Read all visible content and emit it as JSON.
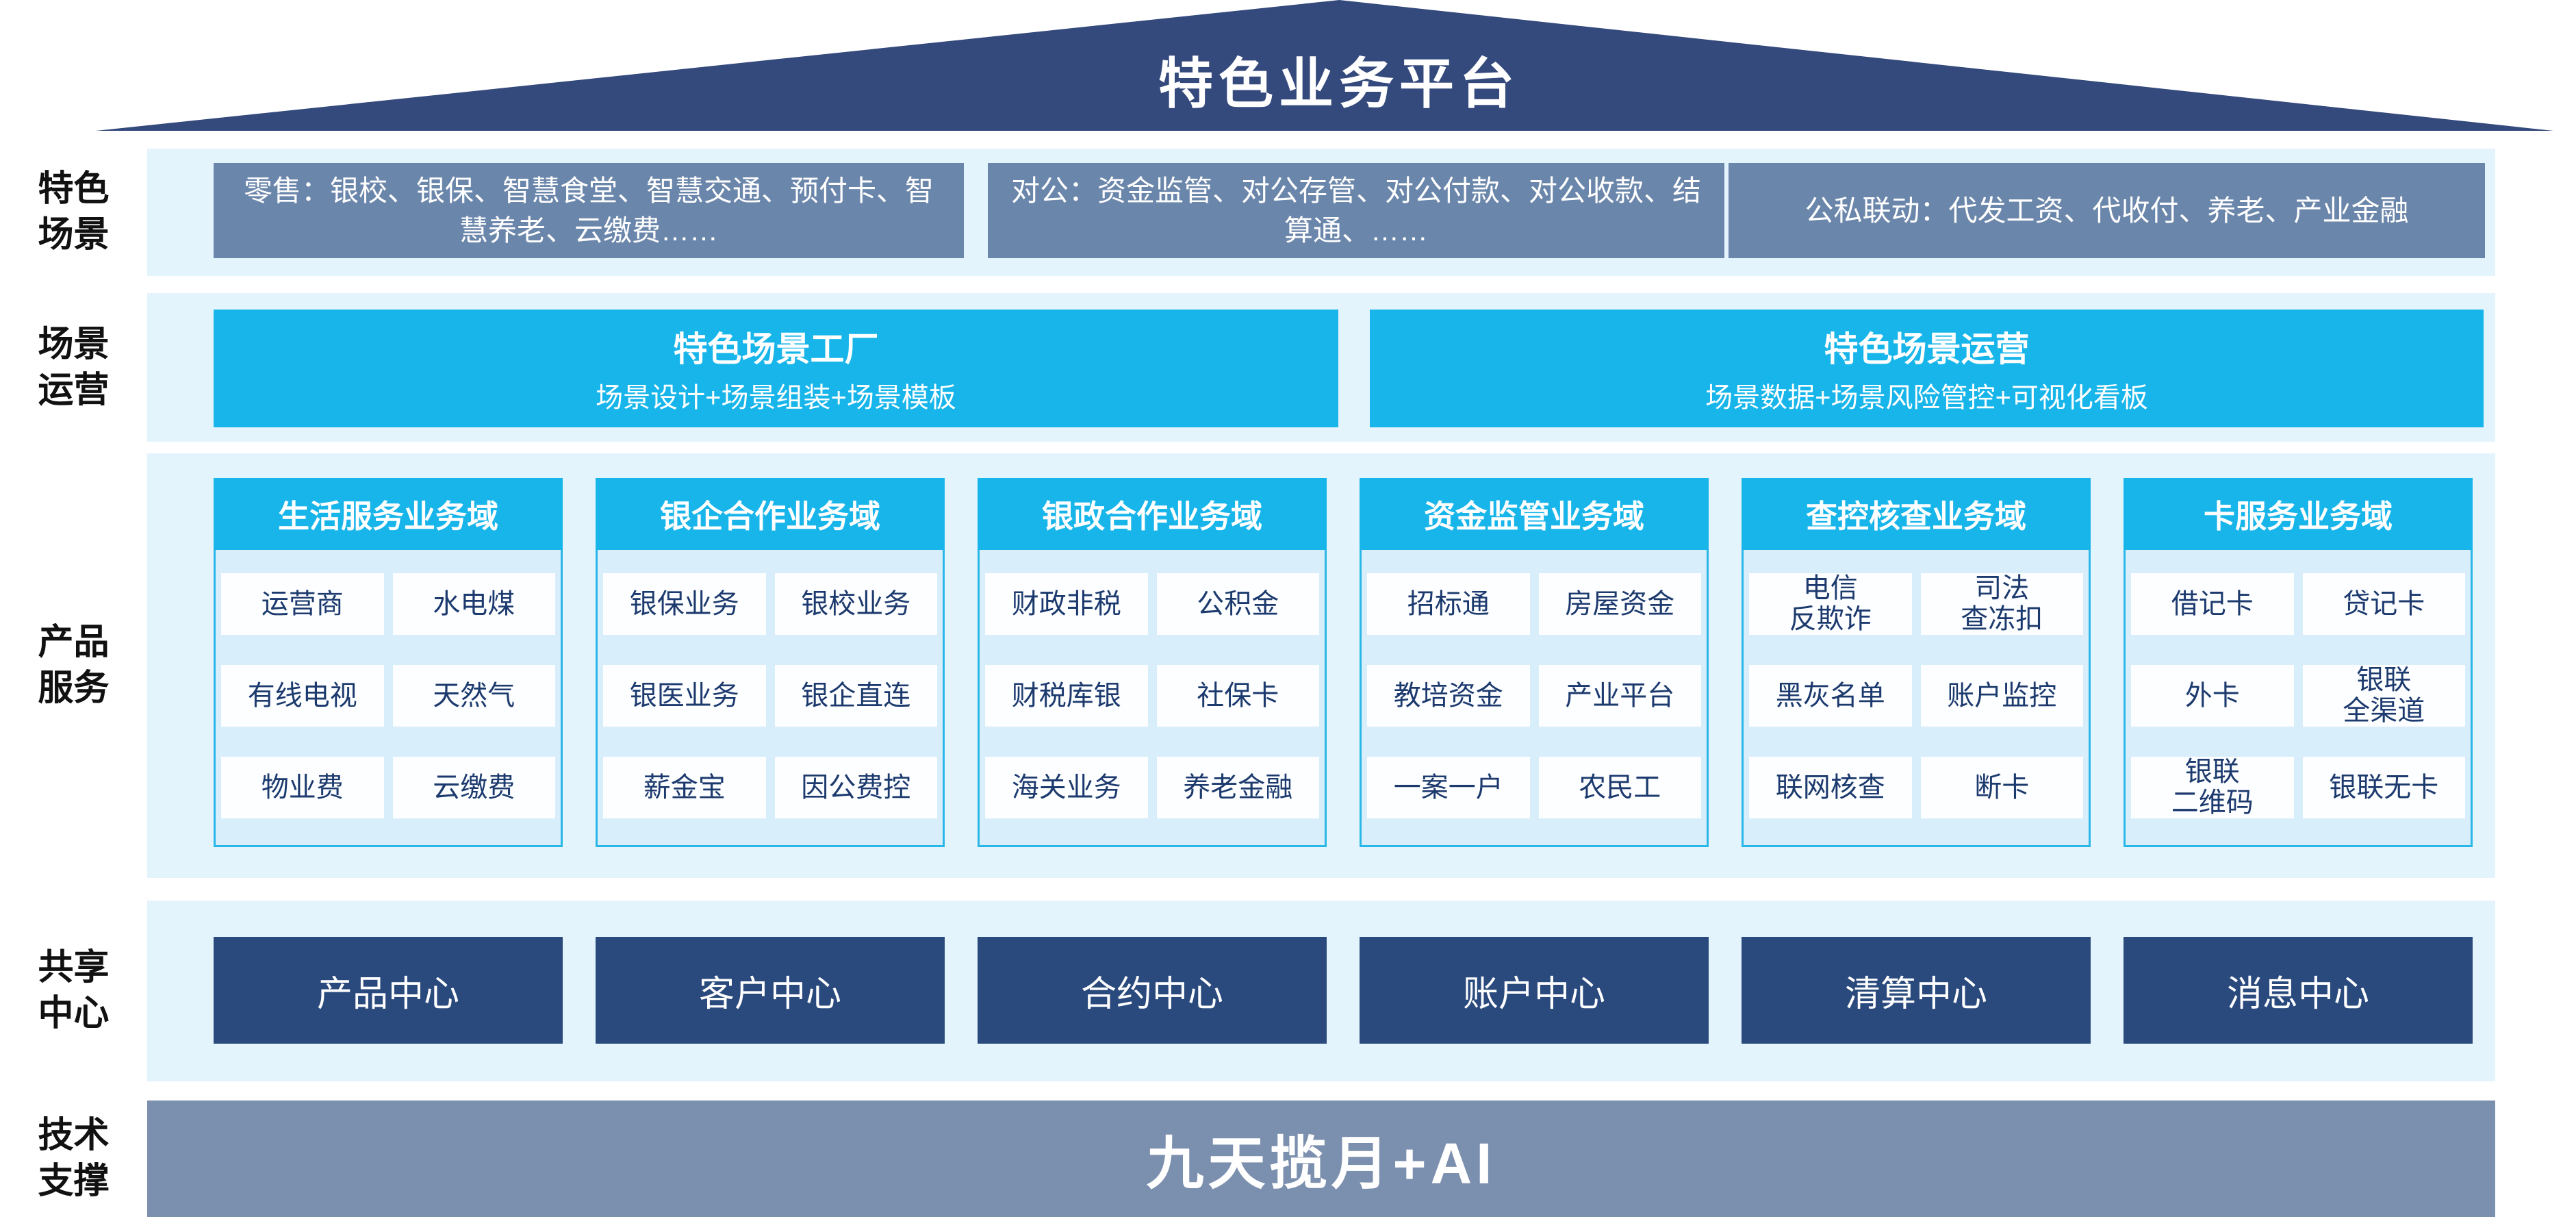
{
  "title": "特色业务平台",
  "rows": {
    "scenes": {
      "label": "特色\n场景",
      "boxes": [
        "零售：银校、银保、智慧食堂、智慧交通、预付卡、智慧养老、云缴费……",
        "对公：资金监管、对公存管、对公付款、对公收款、结算通、……",
        "公私联动：代发工资、代收付、养老、产业金融"
      ]
    },
    "operation": {
      "label": "场景\n运营",
      "boxes": [
        {
          "title": "特色场景工厂",
          "subtitle": "场景设计+场景组装+场景模板"
        },
        {
          "title": "特色场景运营",
          "subtitle": "场景数据+场景风险管控+可视化看板"
        }
      ]
    },
    "products": {
      "label": "产品\n服务",
      "columns": [
        {
          "title": "生活服务业务域",
          "cells": [
            "运营商",
            "水电煤",
            "有线电视",
            "天然气",
            "物业费",
            "云缴费"
          ]
        },
        {
          "title": "银企合作业务域",
          "cells": [
            "银保业务",
            "银校业务",
            "银医业务",
            "银企直连",
            "薪金宝",
            "因公费控"
          ]
        },
        {
          "title": "银政合作业务域",
          "cells": [
            "财政非税",
            "公积金",
            "财税库银",
            "社保卡",
            "海关业务",
            "养老金融"
          ]
        },
        {
          "title": "资金监管业务域",
          "cells": [
            "招标通",
            "房屋资金",
            "教培资金",
            "产业平台",
            "一案一户",
            "农民工"
          ]
        },
        {
          "title": "查控核查业务域",
          "cells": [
            "电信\n反欺诈",
            "司法\n查冻扣",
            "黑灰名单",
            "账户监控",
            "联网核查",
            "断卡"
          ]
        },
        {
          "title": "卡服务业务域",
          "cells": [
            "借记卡",
            "贷记卡",
            "外卡",
            "银联\n全渠道",
            "银联\n二维码",
            "银联无卡"
          ]
        }
      ]
    },
    "shared": {
      "label": "共享\n中心",
      "boxes": [
        "产品中心",
        "客户中心",
        "合约中心",
        "账户中心",
        "清算中心",
        "消息中心"
      ]
    },
    "tech": {
      "label": "技术\n支撑",
      "text": "九天揽月+AI"
    }
  },
  "colors": {
    "roof_navy": "#34497c",
    "band_light_blue": "#e3f4fd",
    "scene_slate": "#6b86ab",
    "cyan": "#17b5ea",
    "cyan_border": "#29b7e8",
    "column_body": "#d9eefb",
    "cell_text_navy": "#1c3a6e",
    "shared_navy": "#2a4a7d",
    "tech_gray_blue": "#7b8fae"
  }
}
